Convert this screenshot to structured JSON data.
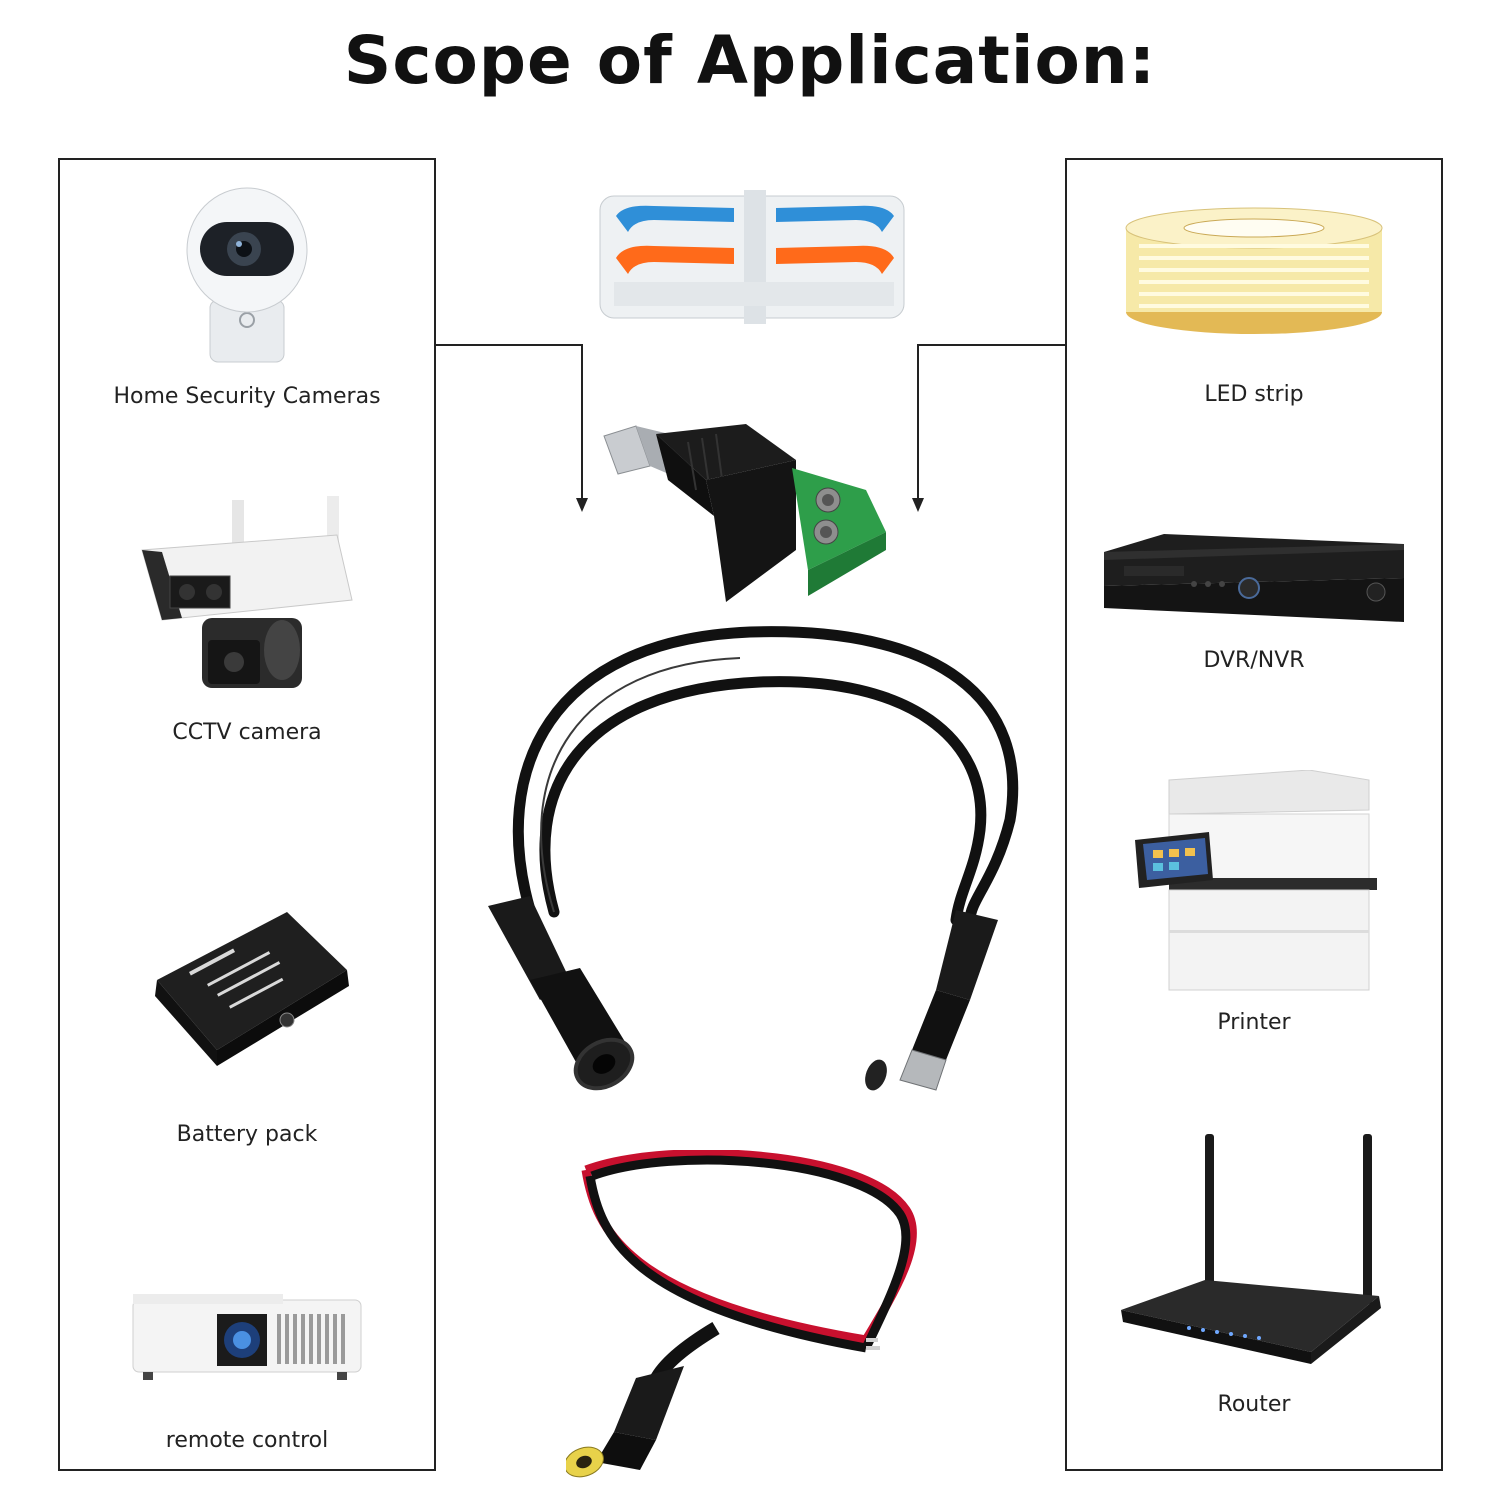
{
  "title": "Scope of Application:",
  "left_panel": {
    "items": [
      {
        "label": "Home Security Cameras",
        "icon": "security-camera-icon"
      },
      {
        "label": "CCTV camera",
        "icon": "cctv-camera-icon"
      },
      {
        "label": "Battery pack",
        "icon": "battery-pack-icon"
      },
      {
        "label": "remote control",
        "icon": "projector-icon"
      }
    ]
  },
  "right_panel": {
    "items": [
      {
        "label": "LED strip",
        "icon": "led-strip-icon"
      },
      {
        "label": "DVR/NVR",
        "icon": "dvr-icon"
      },
      {
        "label": "Printer",
        "icon": "printer-icon"
      },
      {
        "label": "Router",
        "icon": "router-icon"
      }
    ]
  },
  "center": {
    "products": [
      "wire-connector-icon",
      "dc-terminal-adapter-icon",
      "dc-extension-cable-icon",
      "dc-pigtail-cable-icon"
    ]
  },
  "colors": {
    "border": "#222222",
    "cable": "#111111",
    "terminal_green": "#2e9e4a",
    "lever_blue": "#2f8fd8",
    "lever_orange": "#ff6a1a",
    "wire_red": "#c8102e",
    "tip_yellow": "#e8d24a"
  }
}
